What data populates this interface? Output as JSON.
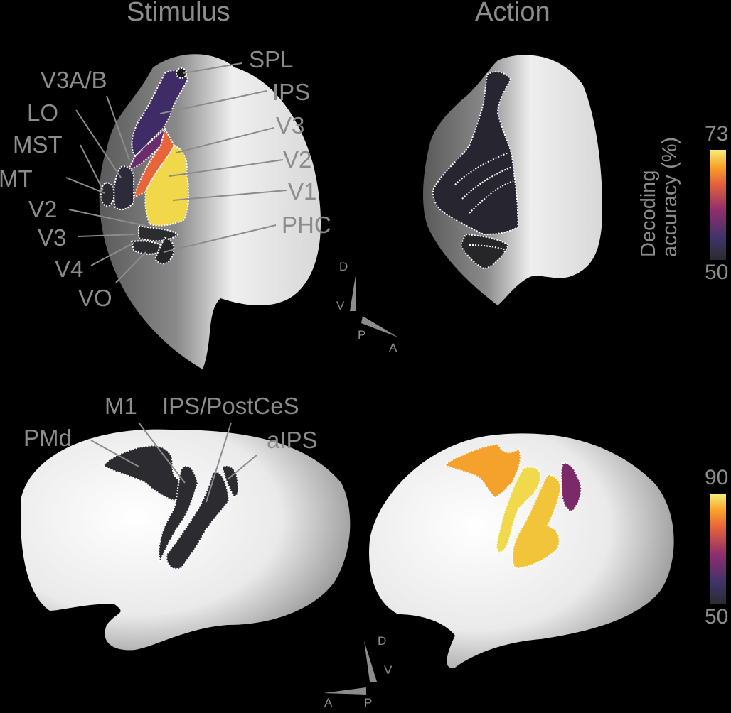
{
  "panels": {
    "stimulus_title": "Stimulus",
    "action_title": "Action"
  },
  "top_row": {
    "roi_labels_left": [
      "V3A/B",
      "LO",
      "MST",
      "MT",
      "V2",
      "V3",
      "V4",
      "VO"
    ],
    "roi_labels_right": [
      "SPL",
      "IPS",
      "V3",
      "V2",
      "V1",
      "PHC"
    ],
    "orientation": {
      "dorsal": "D",
      "ventral": "V",
      "posterior": "P",
      "anterior": "A"
    },
    "colorbar": {
      "title_line1": "Decoding",
      "title_line2": "accuracy (%)",
      "max": "73",
      "min": "50"
    }
  },
  "bottom_row": {
    "roi_labels": [
      "PMd",
      "M1",
      "IPS/PostCeS",
      "aIPS"
    ],
    "orientation": {
      "dorsal": "D",
      "ventral": "V",
      "anterior": "A",
      "posterior": "P"
    },
    "colorbar": {
      "max": "90",
      "min": "50"
    }
  },
  "colors": {
    "background": "#000000",
    "label_gray": "#8c8c8c",
    "cortex_light": "#f2f2f2",
    "cortex_dark": "#5a5a5a",
    "roi_dark": "#2b2b30",
    "cmap_low": "#2b2b2e",
    "cmap_purple": "#40336b",
    "cmap_magenta": "#8f2d6d",
    "cmap_orange": "#e8643a",
    "cmap_amber": "#f9a428",
    "cmap_high": "#f5ee7a",
    "action_pmd": "#f5a22d",
    "action_m1": "#f0d94a",
    "action_ips": "#f2c43a",
    "action_aips": "#7a2a66"
  }
}
